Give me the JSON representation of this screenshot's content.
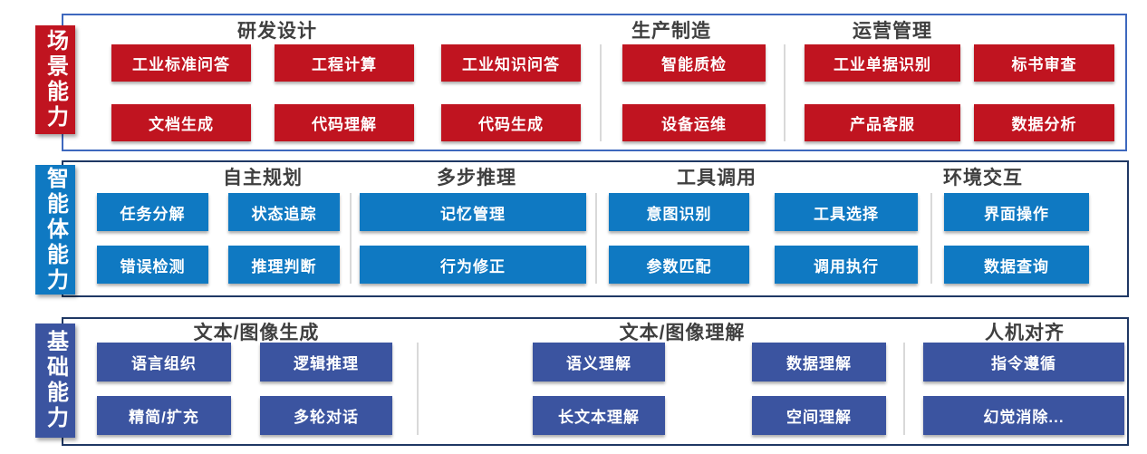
{
  "diagram": {
    "divider_color": "#d9d9d9",
    "header_text_color": "#3f3f3f",
    "bands": [
      {
        "name": "scenario-capabilities",
        "label": "场景能力",
        "accent": "#c01420",
        "border": "#3e68be",
        "groups": [
          {
            "header": "研发设计",
            "row1": [
              "工业标准问答",
              "工程计算",
              "工业知识问答"
            ],
            "row2": [
              "文档生成",
              "代码理解",
              "代码生成"
            ]
          },
          {
            "header": "生产制造",
            "row1": [
              "智能质检"
            ],
            "row2": [
              "设备运维"
            ]
          },
          {
            "header": "运营管理",
            "row1": [
              "工业单据识别",
              "标书审查"
            ],
            "row2": [
              "产品客服",
              "数据分析"
            ]
          }
        ]
      },
      {
        "name": "agent-capabilities",
        "label": "智能体能力",
        "accent": "#0f79c2",
        "border": "#1f3864",
        "groups": [
          {
            "header": "自主规划",
            "row1": [
              "任务分解",
              "状态追踪"
            ],
            "row2": [
              "错误检测",
              "推理判断"
            ]
          },
          {
            "header": "多步推理",
            "row1": [
              "记忆管理"
            ],
            "row2": [
              "行为修正"
            ]
          },
          {
            "header": "工具调用",
            "row1": [
              "意图识别",
              "工具选择"
            ],
            "row2": [
              "参数匹配",
              "调用执行"
            ]
          },
          {
            "header": "环境交互",
            "row1": [
              "界面操作"
            ],
            "row2": [
              "数据查询"
            ]
          }
        ]
      },
      {
        "name": "foundation-capabilities",
        "label": "基础能力",
        "accent": "#3b54a0",
        "border": "#1f3864",
        "groups": [
          {
            "header": "文本/图像生成",
            "row1": [
              "语言组织",
              "逻辑推理"
            ],
            "row2": [
              "精简/扩充",
              "多轮对话"
            ]
          },
          {
            "header": "文本/图像理解",
            "row1": [
              "语义理解",
              "数据理解"
            ],
            "row2": [
              "长文本理解",
              "空间理解"
            ]
          },
          {
            "header": "人机对齐",
            "row1": [
              "指令遵循"
            ],
            "row2": [
              "幻觉消除..."
            ]
          }
        ]
      }
    ]
  }
}
